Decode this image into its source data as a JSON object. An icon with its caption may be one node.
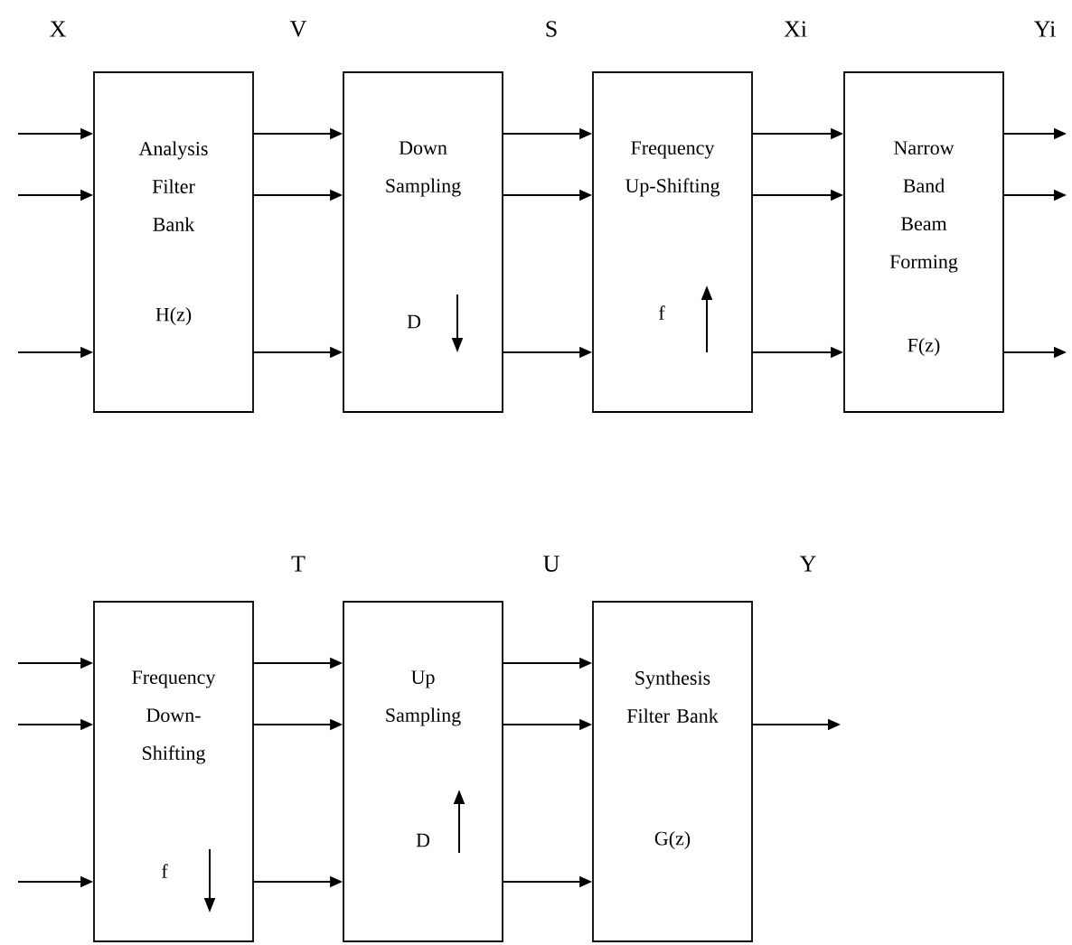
{
  "diagram": {
    "nodes": [
      {
        "text": [
          "Analysis Filter Bank",
          "H(z)"
        ]
      },
      {
        "text": [
          "Down Sampling",
          "D"
        ]
      },
      {
        "text": [
          "Frequency Up-Shifting",
          "f"
        ]
      },
      {
        "text": [
          "Narrow Band Beam Forming",
          "F(z)"
        ]
      },
      {
        "text": [
          "Frequency Down-Shifting",
          "f"
        ]
      },
      {
        "text": [
          "Up Sampling",
          "D"
        ]
      },
      {
        "text": [
          "Synthesis Filter Bank",
          "G(z)"
        ]
      }
    ],
    "edges": [
      {
        "from": null,
        "to": 0,
        "arrow": "to"
      },
      {
        "from": null,
        "to": 0,
        "arrow": "to"
      },
      {
        "from": null,
        "to": 0,
        "arrow": "to"
      },
      {
        "from": 0,
        "to": 1,
        "arrow": "to"
      },
      {
        "from": 0,
        "to": 1,
        "arrow": "to"
      },
      {
        "from": 0,
        "to": 1,
        "arrow": "to"
      },
      {
        "from": 1,
        "to": 2,
        "arrow": "to"
      },
      {
        "from": 1,
        "to": 2,
        "arrow": "to"
      },
      {
        "from": 1,
        "to": 2,
        "arrow": "to"
      },
      {
        "from": 2,
        "to": 3,
        "arrow": "to"
      },
      {
        "from": 2,
        "to": 3,
        "arrow": "to"
      },
      {
        "from": 2,
        "to": 3,
        "arrow": "to"
      },
      {
        "from": 3,
        "to": null,
        "arrow": "to"
      },
      {
        "from": 3,
        "to": null,
        "arrow": "to"
      },
      {
        "from": 3,
        "to": null,
        "arrow": "to"
      },
      {
        "from": null,
        "to": 4,
        "arrow": "to"
      },
      {
        "from": null,
        "to": 4,
        "arrow": "to"
      },
      {
        "from": null,
        "to": 4,
        "arrow": "to"
      },
      {
        "from": 4,
        "to": 5,
        "arrow": "to"
      },
      {
        "from": 4,
        "to": 5,
        "arrow": "to"
      },
      {
        "from": 4,
        "to": 5,
        "arrow": "to"
      },
      {
        "from": 5,
        "to": 6,
        "arrow": "to"
      },
      {
        "from": 5,
        "to": 6,
        "arrow": "to"
      },
      {
        "from": 5,
        "to": 6,
        "arrow": "to"
      },
      {
        "from": 6,
        "to": null,
        "arrow": "to"
      }
    ],
    "labels": [
      "X",
      "V",
      "S",
      "Xi",
      "Yi",
      "T",
      "U",
      "Y"
    ]
  }
}
